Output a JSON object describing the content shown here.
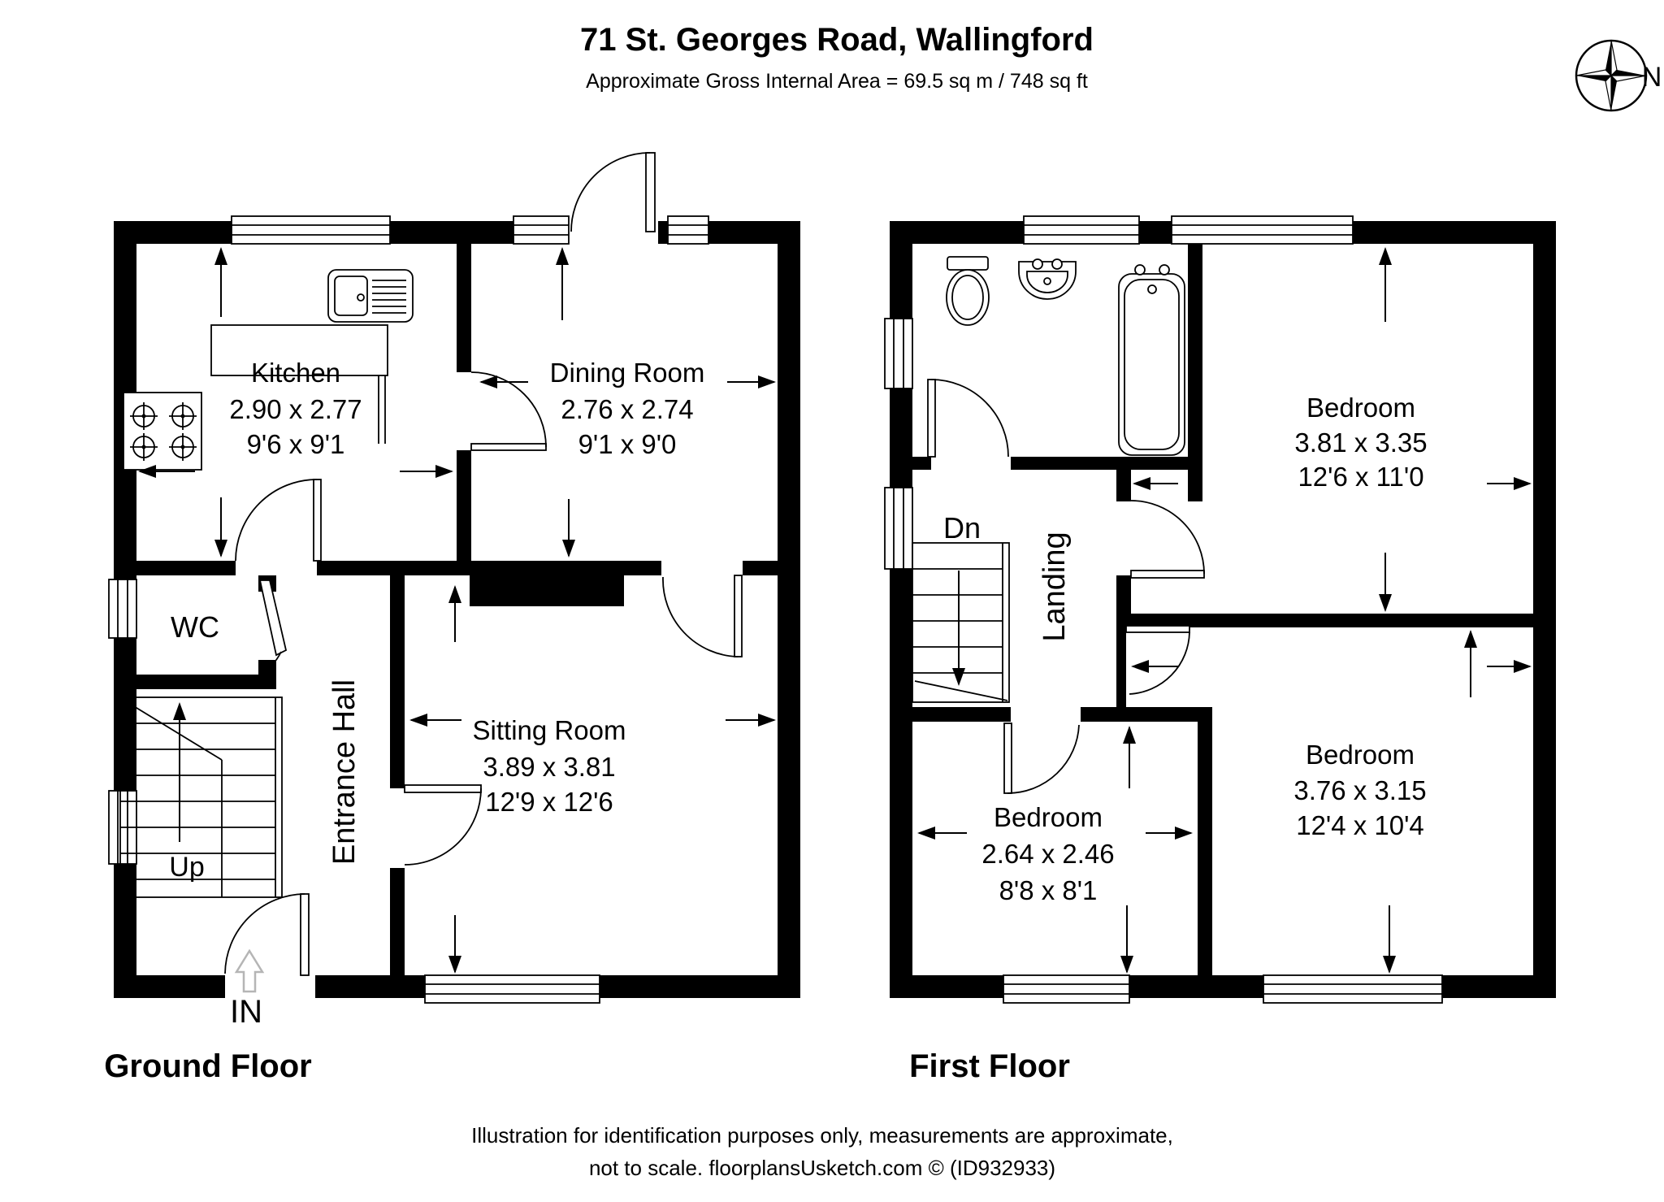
{
  "header": {
    "title": "71 St. Georges Road, Wallingford",
    "subtitle": "Approximate Gross Internal Area = 69.5 sq m / 748 sq ft",
    "compass_label": "N"
  },
  "ground_floor": {
    "label": "Ground Floor",
    "stairs_label": "Up",
    "entrance_label": "IN",
    "rooms": {
      "kitchen": {
        "name": "Kitchen",
        "metric": "2.90 x 2.77",
        "imperial": "9'6 x 9'1"
      },
      "dining": {
        "name": "Dining Room",
        "metric": "2.76 x 2.74",
        "imperial": "9'1 x 9'0"
      },
      "sitting": {
        "name": "Sitting Room",
        "metric": "3.89 x 3.81",
        "imperial": "12'9 x 12'6"
      },
      "wc": {
        "name": "WC"
      },
      "hall": {
        "name": "Entrance Hall"
      }
    }
  },
  "first_floor": {
    "label": "First Floor",
    "stairs_label": "Dn",
    "rooms": {
      "bedroom_top": {
        "name": "Bedroom",
        "metric": "3.81 x 3.35",
        "imperial": "12'6 x 11'0"
      },
      "bedroom_right": {
        "name": "Bedroom",
        "metric": "3.76 x 3.15",
        "imperial": "12'4 x 10'4"
      },
      "bedroom_left": {
        "name": "Bedroom",
        "metric": "2.64 x 2.46",
        "imperial": "8'8 x 8'1"
      },
      "landing": {
        "name": "Landing"
      }
    }
  },
  "footer": {
    "line1": "Illustration for identification purposes only, measurements are approximate,",
    "line2": "not to scale. floorplansUsketch.com © (ID932933)"
  }
}
